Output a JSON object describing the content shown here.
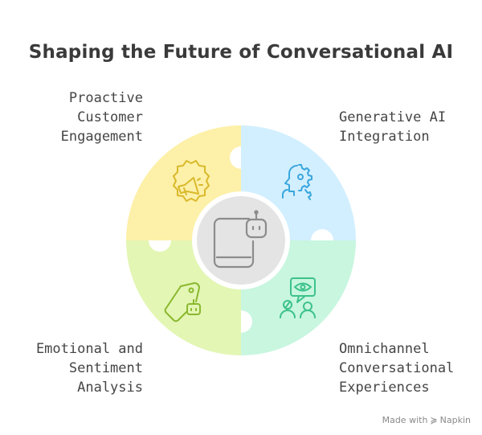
{
  "title": "Shaping the Future of Conversational AI",
  "segments": {
    "top_left": {
      "lines": [
        "Proactive",
        "Customer",
        "Engagement"
      ],
      "icon": "megaphone-gear-icon",
      "color": "#fdf0a8",
      "stroke": "#d9b92b"
    },
    "top_right": {
      "lines": [
        "Generative AI",
        "Integration"
      ],
      "icon": "head-gear-icon",
      "color": "#d2efff",
      "stroke": "#3aa6dd"
    },
    "bottom_left": {
      "lines": [
        "Emotional and",
        "Sentiment",
        "Analysis"
      ],
      "icon": "tag-robot-icon",
      "color": "#e3f6b4",
      "stroke": "#8ab82f"
    },
    "bottom_right": {
      "lines": [
        "Omnichannel",
        "Conversational",
        "Experiences"
      ],
      "icon": "people-eye-icon",
      "color": "#c8f6df",
      "stroke": "#3dc28a"
    }
  },
  "center": {
    "icon": "robot-device-icon",
    "color": "#e4e4e4"
  },
  "watermark": {
    "prefix": "Made with",
    "brand": "Napkin"
  }
}
